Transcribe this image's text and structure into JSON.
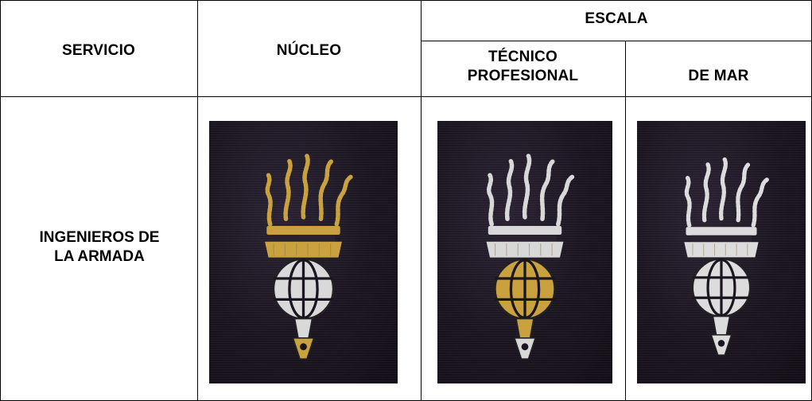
{
  "table": {
    "headers": {
      "servicio": "SERVICIO",
      "nucleo": "NÚCLEO",
      "escala": "ESCALA",
      "tecnico_line1": "TÉCNICO",
      "tecnico_line2": "PROFESIONAL",
      "de_mar": "DE MAR"
    },
    "rows": [
      {
        "servicio_line1": "INGENIEROS DE",
        "servicio_line2": "LA ARMADA",
        "badges": [
          {
            "column": "NÚCLEO",
            "crown_color": "#c9a23f",
            "globe_color": "#d9d9d9",
            "tip_color": "#c9a23f",
            "flame_color": "#c9a23f"
          },
          {
            "column": "TÉCNICO PROFESIONAL",
            "crown_color": "#d8d8d8",
            "globe_color": "#c9a23f",
            "tip_color": "#d8d8d8",
            "flame_color": "#d8d8d8"
          },
          {
            "column": "DE MAR",
            "crown_color": "#dcdcdc",
            "globe_color": "#dcdcdc",
            "tip_color": "#dcdcdc",
            "flame_color": "#dcdcdc"
          }
        ]
      }
    ]
  },
  "colors": {
    "border": "#000000",
    "patch_fabric": "#1b1520",
    "gold": "#c9a23f",
    "silver": "#d8d8d8"
  }
}
